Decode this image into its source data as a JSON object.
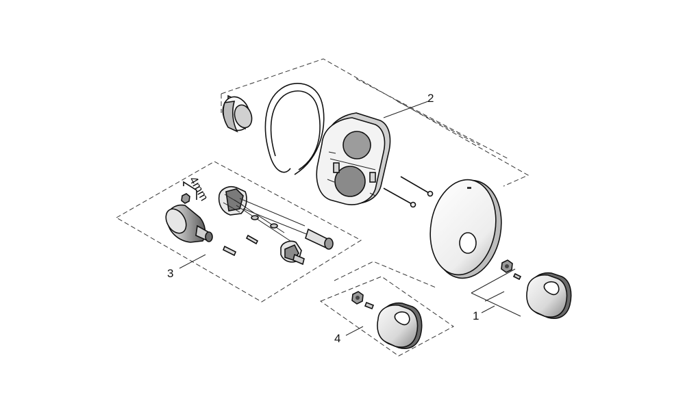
{
  "diagram": {
    "callouts": [
      {
        "id": "1",
        "label": "1"
      },
      {
        "id": "2",
        "label": "2"
      },
      {
        "id": "3",
        "label": "3"
      },
      {
        "id": "4",
        "label": "4"
      }
    ],
    "tool_label": "4mm",
    "colors": {
      "line": "#111111",
      "fill_light": "#f4f4f4",
      "fill_mid": "#c8c8c8",
      "fill_dark": "#6e6e6e",
      "background": "#ffffff"
    }
  }
}
